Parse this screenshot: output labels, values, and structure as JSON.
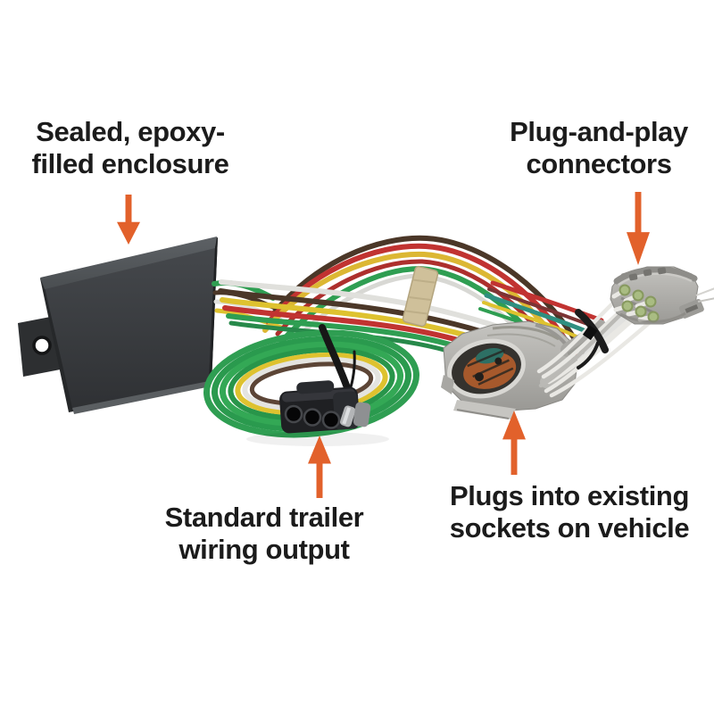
{
  "callouts": {
    "enclosure": {
      "text": "Sealed, epoxy-\nfilled enclosure",
      "arrow_direction": "down"
    },
    "connectors": {
      "text": "Plug-and-play\nconnectors",
      "arrow_direction": "down"
    },
    "trailer_output": {
      "text": "Standard trailer\nwiring output",
      "arrow_direction": "up"
    },
    "vehicle_sockets": {
      "text": "Plugs into existing\nsockets on vehicle",
      "arrow_direction": "up"
    }
  },
  "colors": {
    "arrow": "#E2612B",
    "label_text": "#1B1B1B",
    "background": "#FFFFFF",
    "enclosure_body": "#3A3D40",
    "wire_green": "#2F9E52",
    "wire_yellow": "#DEC22F",
    "wire_red": "#C13331",
    "wire_brown": "#4B3728",
    "wire_white": "#E0E0DC",
    "connector_gray": "#B7B6B2",
    "tape_band": "#CFC09A"
  }
}
